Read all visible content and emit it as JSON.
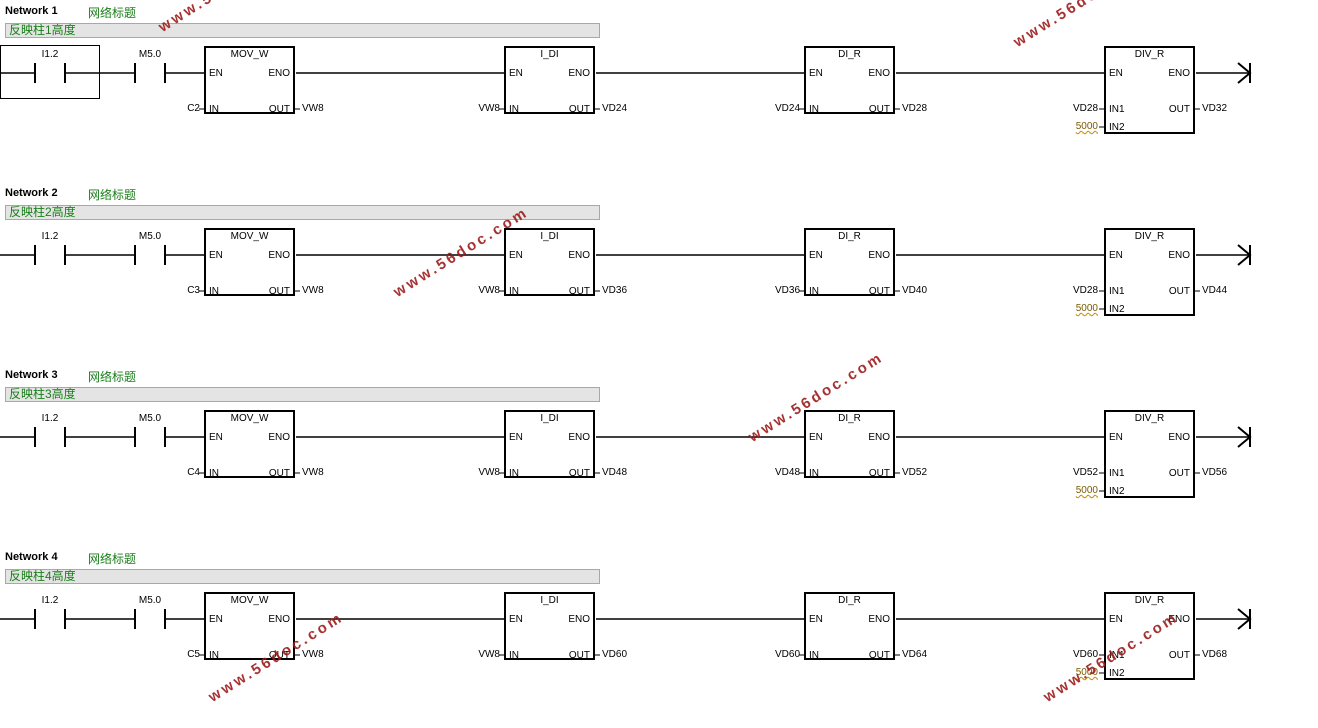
{
  "common": {
    "subtitle": "网络标题",
    "contact1": "I1.2",
    "contact2": "M5.0",
    "en": "EN",
    "eno": "ENO",
    "in": "IN",
    "out": "OUT",
    "in1": "IN1",
    "in2": "IN2",
    "blocks": [
      "MOV_W",
      "I_DI",
      "DI_R",
      "DIV_R"
    ]
  },
  "networks": [
    {
      "title": "Network 1",
      "comment": "反映柱1高度",
      "mov_in": "C2",
      "mov_out": "VW8",
      "idi_in": "VW8",
      "idi_out": "VD24",
      "dir_in": "VD24",
      "dir_out": "VD28",
      "div_in1": "VD28",
      "div_in2": "5000",
      "div_out": "VD32"
    },
    {
      "title": "Network 2",
      "comment": "反映柱2高度",
      "mov_in": "C3",
      "mov_out": "VW8",
      "idi_in": "VW8",
      "idi_out": "VD36",
      "dir_in": "VD36",
      "dir_out": "VD40",
      "div_in1": "VD28",
      "div_in2": "5000",
      "div_out": "VD44"
    },
    {
      "title": "Network 3",
      "comment": "反映柱3高度",
      "mov_in": "C4",
      "mov_out": "VW8",
      "idi_in": "VW8",
      "idi_out": "VD48",
      "dir_in": "VD48",
      "dir_out": "VD52",
      "div_in1": "VD52",
      "div_in2": "5000",
      "div_out": "VD56"
    },
    {
      "title": "Network 4",
      "comment": "反映柱4高度",
      "mov_in": "C5",
      "mov_out": "VW8",
      "idi_in": "VW8",
      "idi_out": "VD60",
      "dir_in": "VD60",
      "dir_out": "VD64",
      "div_in1": "VD60",
      "div_in2": "5000",
      "div_out": "VD68"
    }
  ],
  "watermark": "www.56doc.com"
}
